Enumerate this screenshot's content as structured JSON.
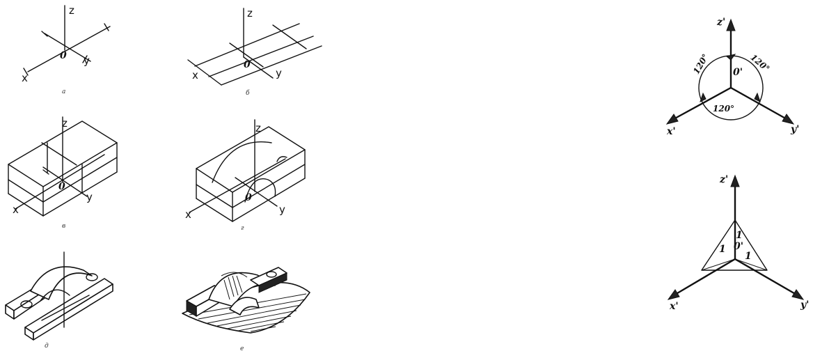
{
  "panel_a": {
    "caption": "а",
    "z": "z",
    "x": "x",
    "y": "y",
    "o": "0"
  },
  "panel_b": {
    "caption": "б",
    "z": "z",
    "x": "x",
    "y": "y",
    "o": "0"
  },
  "panel_v": {
    "caption": "в",
    "z": "z",
    "x": "x",
    "y": "y",
    "o": "0"
  },
  "panel_g": {
    "caption": "г",
    "z": "z",
    "x": "x",
    "y": "y",
    "o": "0"
  },
  "panel_d": {
    "caption": "д"
  },
  "panel_e": {
    "caption": "е"
  },
  "axes_angles": {
    "z": "z'",
    "x": "x'",
    "y": "y'",
    "o": "0'",
    "angle_left": "120°",
    "angle_right": "120°",
    "angle_bottom": "120°"
  },
  "axes_triangle": {
    "z": "z'",
    "x": "x'",
    "y": "y'",
    "o": "0'",
    "one_left": "1",
    "one_top": "1",
    "one_right": "1"
  }
}
